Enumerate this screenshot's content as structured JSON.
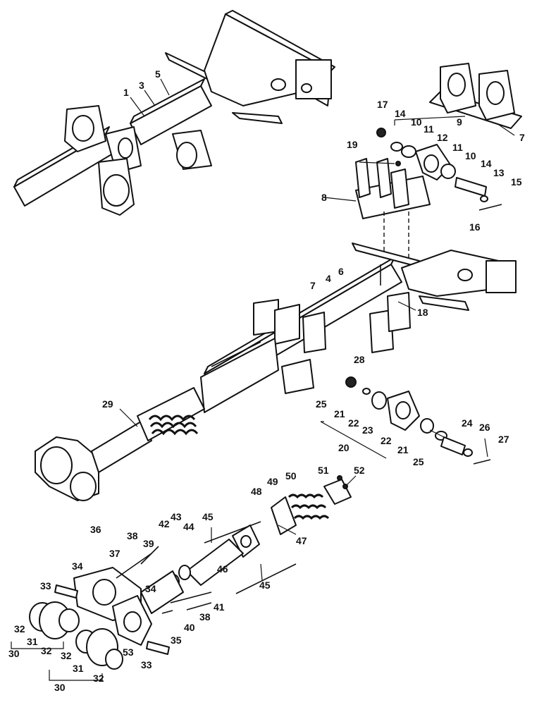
{
  "callouts": {
    "c1": "1",
    "c3": "3",
    "c5": "5",
    "c7": "7",
    "c8": "8",
    "c9": "9",
    "c10a": "10",
    "c10b": "10",
    "c11a": "11",
    "c11b": "11",
    "c12": "12",
    "c13": "13",
    "c14a": "14",
    "c14b": "14",
    "c15": "15",
    "c16": "16",
    "c17": "17",
    "c18": "18",
    "c19": "19",
    "c2": "7",
    "c4": "4",
    "c6": "6",
    "c20": "20",
    "c21a": "21",
    "c21b": "21",
    "c22a": "22",
    "c22b": "22",
    "c23": "23",
    "c24": "24",
    "c25a": "25",
    "c25b": "25",
    "c26": "26",
    "c27": "27",
    "c28": "28",
    "c29": "29",
    "c30a": "30",
    "c30b": "30",
    "c31a": "31",
    "c31b": "31",
    "c32a": "32",
    "c32b": "32",
    "c32c": "32",
    "c32d": "32",
    "c33a": "33",
    "c33b": "33",
    "c34a": "34",
    "c34b": "34",
    "c35": "35",
    "c36": "36",
    "c37": "37",
    "c38a": "38",
    "c38b": "38",
    "c39": "39",
    "c40": "40",
    "c41": "41",
    "c42": "42",
    "c43": "43",
    "c44": "44",
    "c45a": "45",
    "c45b": "45",
    "c46": "46",
    "c47": "47",
    "c48": "48",
    "c49": "49",
    "c50": "50",
    "c51": "51",
    "c52": "52",
    "c53": "53"
  }
}
